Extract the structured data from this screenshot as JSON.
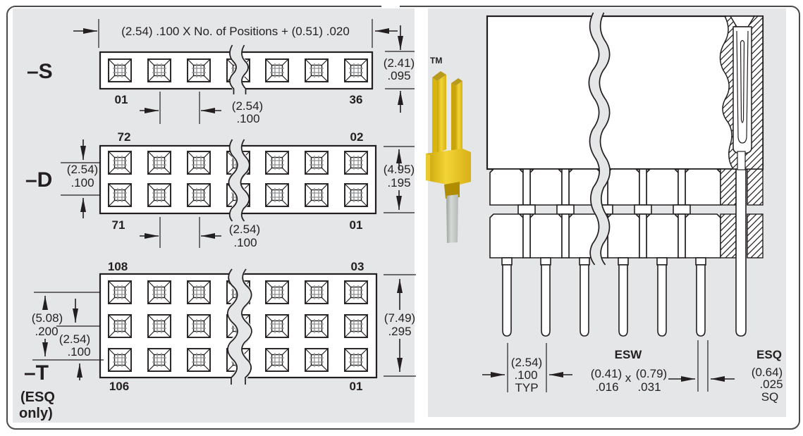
{
  "colors": {
    "panel_bg": "#e5e6e7",
    "line": "#231f20",
    "socket_grid": "#8f9193",
    "gold_light": "#f2d435",
    "gold_dark": "#c79b05",
    "tail_silver": "#c6ccc8",
    "frame": "#4b4b4b"
  },
  "left_panel": {
    "top_dimension": "(2.54) .100 X No. of Positions + (0.51) .020",
    "s": {
      "label": "–S",
      "height_mm": "(2.41)",
      "height_in": ".095",
      "pos_start": "01",
      "pos_end": "36",
      "pitch_mm": "(2.54)",
      "pitch_in": ".100"
    },
    "d": {
      "label": "–D",
      "row_mm": "(2.54)",
      "row_in": ".100",
      "height_mm": "(4.95)",
      "height_in": ".195",
      "pos_tl": "72",
      "pos_tr": "02",
      "pos_bl": "71",
      "pos_br": "01",
      "pitch_mm": "(2.54)",
      "pitch_in": ".100"
    },
    "t": {
      "label": "–T",
      "sublabel_1": "(ESQ",
      "sublabel_2": "only)",
      "span_mm": "(5.08)",
      "span_in": ".200",
      "row_mm": "(2.54)",
      "row_in": ".100",
      "height_mm": "(7.49)",
      "height_in": ".295",
      "pos_tl": "108",
      "pos_tr": "03",
      "pos_bl": "106",
      "pos_br": "01"
    }
  },
  "right_panel": {
    "tm": "TM",
    "pitch_mm": "(2.54)",
    "pitch_in": ".100",
    "pitch_typ": "TYP",
    "esw_label": "ESW",
    "esw_mm_w": "(0.41)",
    "esw_x": "x",
    "esw_mm_d": "(0.79)",
    "esw_in_w": ".016",
    "esw_in_d": ".031",
    "esq_label": "ESQ",
    "esq_mm": "(0.64)",
    "esq_in": ".025",
    "esq_sq": "SQ"
  }
}
